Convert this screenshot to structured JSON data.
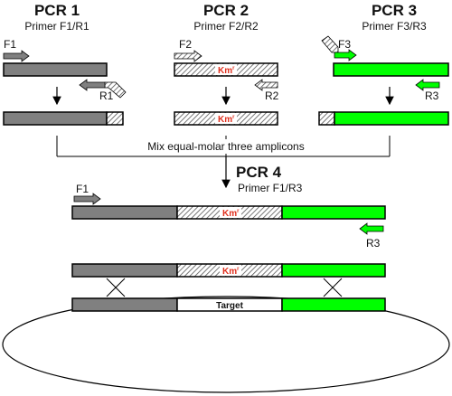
{
  "colors": {
    "gray": "#808080",
    "green": "#00ff00",
    "marker_text": "#e0301e",
    "outline": "#000000"
  },
  "pcr1": {
    "title": "PCR 1",
    "primers": "Primer F1/R1",
    "fwd_label": "F1",
    "rev_label": "R1"
  },
  "pcr2": {
    "title": "PCR 2",
    "primers": "Primer F2/R2",
    "fwd_label": "F2",
    "rev_label": "R2",
    "marker_base": "Km",
    "marker_sup": "r"
  },
  "pcr3": {
    "title": "PCR 3",
    "primers": "Primer F3/R3",
    "fwd_label": "F3",
    "rev_label": "R3"
  },
  "mix_label": "Mix equal-molar three amplicons",
  "pcr4": {
    "title": "PCR 4",
    "primers": "Primer F1/R3",
    "fwd_label": "F1",
    "rev_label": "R3"
  },
  "marker": {
    "base": "Km",
    "sup": "r"
  },
  "target_label": "Target"
}
